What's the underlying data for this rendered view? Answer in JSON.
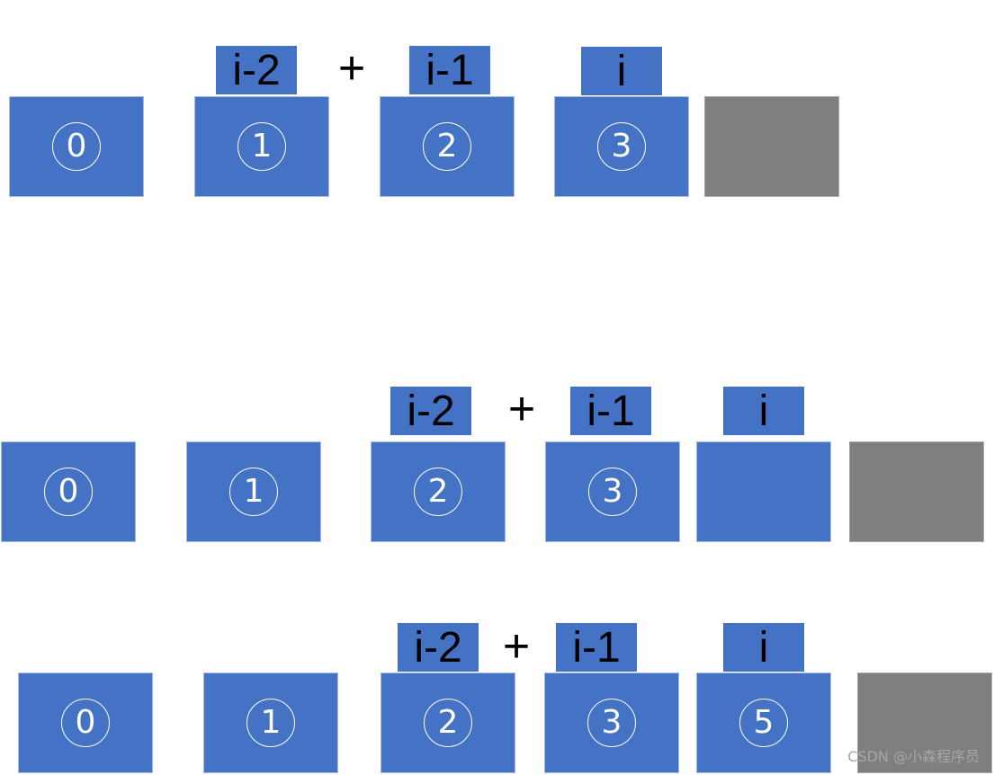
{
  "colors": {
    "cell": "#4472c4",
    "empty_cell": "#7f7f7f",
    "tag_text": "#000000",
    "cell_text": "#ffffff"
  },
  "rows": [
    {
      "cells": [
        "0",
        "1",
        "2",
        "3",
        ""
      ],
      "tags": {
        "prev2": "i-2",
        "plus": "+",
        "prev1": "i-1",
        "current": "i"
      }
    },
    {
      "cells": [
        "0",
        "1",
        "2",
        "3",
        "",
        ""
      ],
      "tags": {
        "prev2": "i-2",
        "plus": "+",
        "prev1": "i-1",
        "current": "i"
      }
    },
    {
      "cells": [
        "0",
        "1",
        "2",
        "3",
        "5",
        ""
      ],
      "tags": {
        "prev2": "i-2",
        "plus": "+",
        "prev1": "i-1",
        "current": "i"
      }
    }
  ],
  "watermark": "CSDN @小森程序员"
}
